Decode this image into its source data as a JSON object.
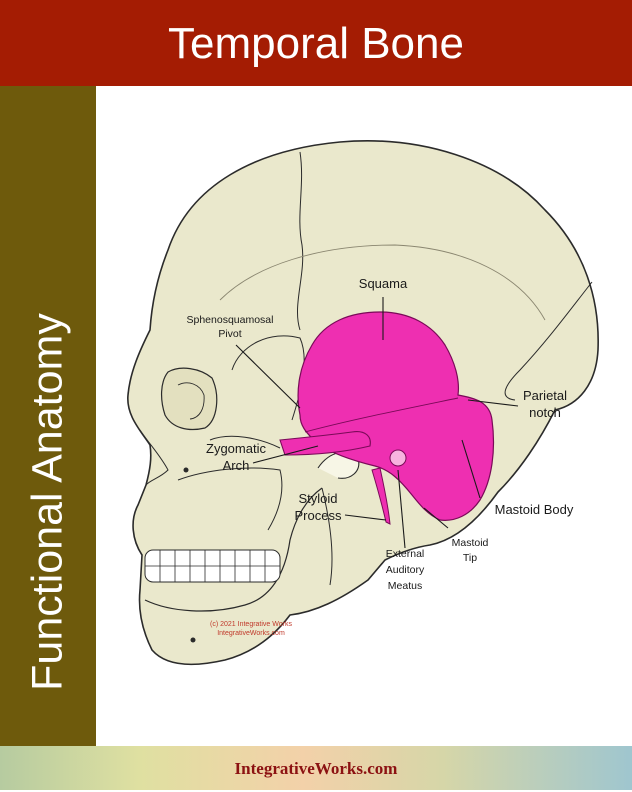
{
  "header": {
    "title": "Temporal Bone"
  },
  "sidebar": {
    "title": "Functional Anatomy"
  },
  "diagram": {
    "labels": {
      "squama": "Squama",
      "sphenosquamosal_line1": "Sphenosquamosal",
      "sphenosquamosal_line2": "Pivot",
      "parietal_line1": "Parietal",
      "parietal_line2": "notch",
      "zygomatic_line1": "Zygomatic",
      "zygomatic_line2": "Arch",
      "styloid_line1": "Styloid",
      "styloid_line2": "Process",
      "mastoid_body": "Mastoid Body",
      "mastoid_tip_line1": "Mastoid",
      "mastoid_tip_line2": "Tip",
      "eam_line1": "External",
      "eam_line2": "Auditory",
      "eam_line3": "Meatus"
    },
    "copyright_line1": "(c) 2021 Integrative Works",
    "copyright_line2": "IntegrativeWorks.com",
    "colors": {
      "skull": "#eae8cc",
      "temporal_bone": "#ee2fb1",
      "outline": "#2b2b2b"
    }
  },
  "footer": {
    "brand": "IntegrativeWorks.com"
  }
}
